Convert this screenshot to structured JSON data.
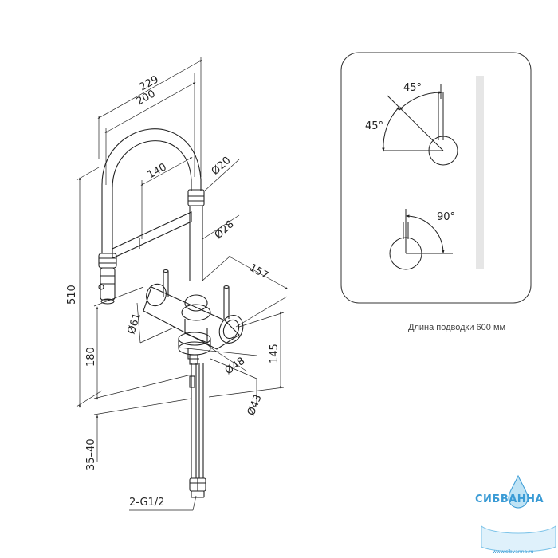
{
  "dimensions": {
    "width_229": "229",
    "width_200": "200",
    "reach_140": "140",
    "dia_20": "Ø20",
    "dia_28": "Ø28",
    "len_157": "157",
    "height_510": "510",
    "dia_61": "Ø61",
    "height_180": "180",
    "height_145": "145",
    "dia_48": "Ø48",
    "dia_43": "Ø43",
    "deck_35_40": "35–40",
    "conn_2g12": "2-G1/2"
  },
  "inset": {
    "angle_top_a": "45°",
    "angle_top_b": "45°",
    "angle_bottom": "90°",
    "hose_caption": "Длина подводки 600 мм"
  },
  "brand": {
    "name": "СИБВАННА",
    "site": "www.sibvanna.ru"
  }
}
